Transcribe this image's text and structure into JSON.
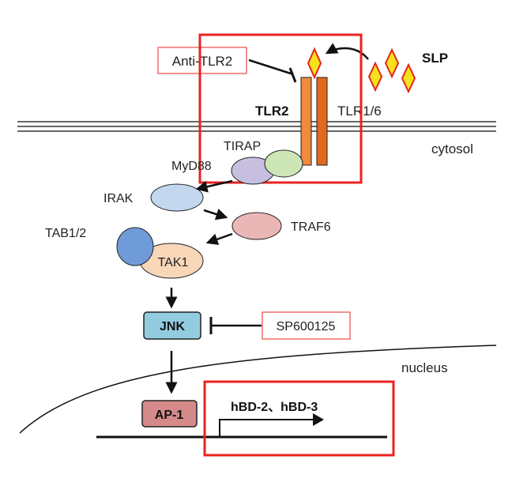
{
  "diagram": {
    "ligand": {
      "label": "SLP",
      "color": "#f5e21c",
      "stroke": "#e8231f"
    },
    "receptor": {
      "tlr2_label": "TLR2",
      "tlr16_label": "TLR1/6",
      "color": "#f08a3c",
      "dark_color": "#e06a1c"
    },
    "inhibitors": {
      "anti_tlr2": "Anti-TLR2",
      "sp600125": "SP600125"
    },
    "compartments": {
      "cytosol": "cytosol",
      "nucleus": "nucleus"
    },
    "proteins": {
      "tirap": "TIRAP",
      "myd88": "MyD88",
      "irak": "IRAK",
      "traf6": "TRAF6",
      "tab12": "TAB1/2",
      "tak1": "TAK1",
      "jnk": "JNK",
      "ap1": "AP-1"
    },
    "genes": "hBD-2、hBD-3",
    "colors": {
      "highlight_box": "#e8231f",
      "myd88": "#c7bfe0",
      "tirap": "#cde6b6",
      "irak": "#c3d8ef",
      "traf6": "#eab7b6",
      "tab12": "#6f9bd8",
      "tak1": "#f8d6b8",
      "jnk": "#93cbe0",
      "ap1": "#d58a8a"
    }
  }
}
